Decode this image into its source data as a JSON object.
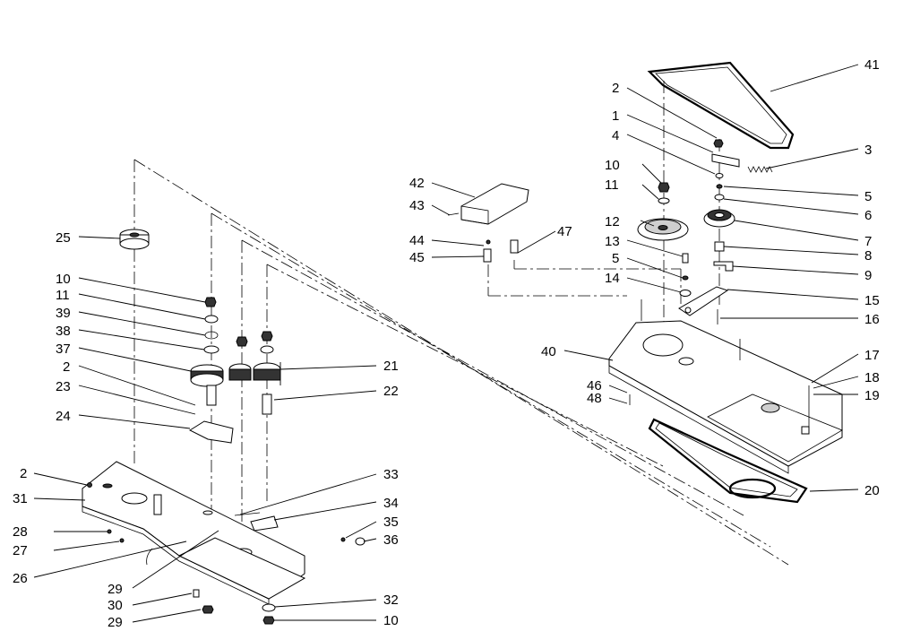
{
  "diagram": {
    "callouts_right": [
      "41",
      "2",
      "1",
      "4",
      "3",
      "10",
      "5",
      "11",
      "6",
      "12",
      "7",
      "13",
      "8",
      "5",
      "9",
      "14",
      "15",
      "16",
      "40",
      "17",
      "18",
      "46",
      "19",
      "48",
      "20",
      "42",
      "43",
      "44",
      "47",
      "45"
    ],
    "callouts_left": [
      "25",
      "10",
      "11",
      "39",
      "38",
      "37",
      "2",
      "21",
      "23",
      "22",
      "24",
      "2",
      "31",
      "33",
      "34",
      "28",
      "35",
      "27",
      "36",
      "26",
      "29",
      "30",
      "32",
      "29",
      "10"
    ]
  }
}
